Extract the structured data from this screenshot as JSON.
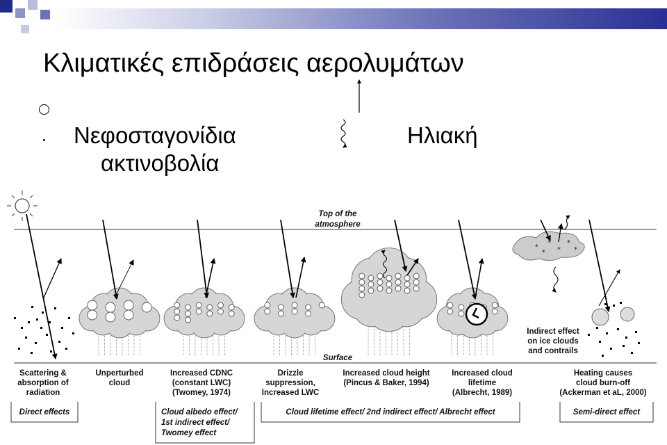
{
  "slide": {
    "title": "Κλιματικές επιδράσεις αερολυμάτων",
    "bullets": [
      {
        "text_a": "Νεφοσταγονίδια",
        "text_b": "Ηλιακή",
        "text_c": "ακτινοβολία"
      }
    ]
  },
  "diagram": {
    "top_label_1": "Top of the",
    "top_label_2": "atmosphere",
    "surface_label": "Surface",
    "captions": [
      [
        "Scattering &",
        "absorption of",
        "radiation"
      ],
      [
        "Unperturbed",
        "cloud"
      ],
      [
        "Increased CDNC",
        "(constant LWC)",
        "(Twomey, 1974)"
      ],
      [
        "Drizzle",
        "suppression,",
        "Increased LWC"
      ],
      [
        "Increased cloud height",
        "(Pincus & Baker, 1994)"
      ],
      [
        "Increased cloud",
        "lifetime",
        "(Albrecht, 1989)"
      ],
      [
        "Indirect effect",
        "on ice clouds",
        "and contrails"
      ],
      [
        "Heating causes",
        "cloud  burn-off",
        "(Ackerman et aL, 2000)"
      ]
    ],
    "groups": [
      {
        "label_lines": [
          "Direct effects"
        ]
      },
      {
        "label_lines": [
          "Cloud albedo effect/",
          "1st indirect effect/",
          "Twomey effect"
        ]
      },
      {
        "label_lines": [
          "Cloud lifetime effect/ 2nd indirect effect/ Albrecht effect"
        ]
      },
      {
        "label_lines": [
          "Semi-direct effect"
        ]
      }
    ]
  }
}
